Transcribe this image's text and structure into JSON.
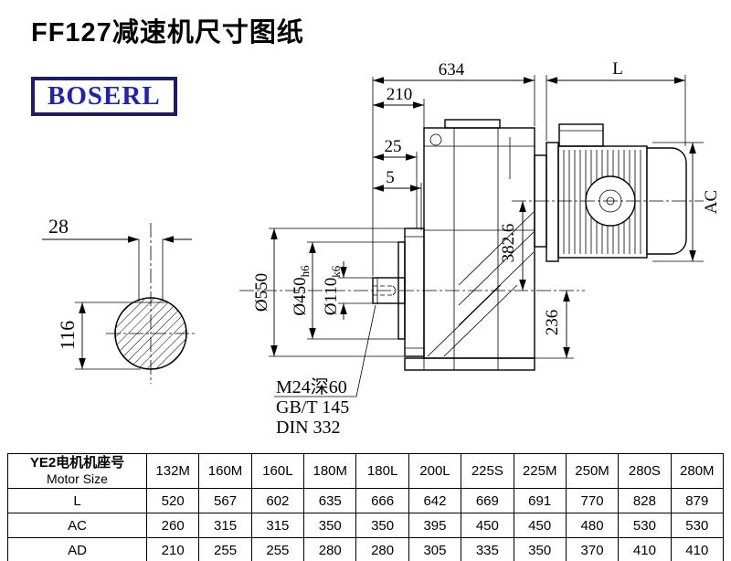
{
  "title": "FF127减速机尺寸图纸",
  "logo": "BOSERL",
  "drawing": {
    "dim_634": "634",
    "dim_L": "L",
    "dim_210": "210",
    "dim_25": "25",
    "dim_5": "5",
    "dim_AC": "AC",
    "dia_550": "Ø550",
    "dia_450": "Ø450",
    "dia_450_tol": "h6",
    "dia_110": "Ø110",
    "dia_110_tol": "k6",
    "dim_382_6": "382.6",
    "dim_236": "236",
    "dim_28": "28",
    "dim_116": "116",
    "note_thread": "M24深60",
    "note_gb": "GB/T 145",
    "note_din": "DIN 332"
  },
  "table": {
    "header_cn": "YE2电机机座号",
    "header_en": "Motor Size",
    "columns": [
      "132M",
      "160M",
      "160L",
      "180M",
      "180L",
      "200L",
      "225S",
      "225M",
      "250M",
      "280S",
      "280M"
    ],
    "rows": [
      {
        "label": "L",
        "values": [
          "520",
          "567",
          "602",
          "635",
          "666",
          "642",
          "669",
          "691",
          "770",
          "828",
          "879"
        ]
      },
      {
        "label": "AC",
        "values": [
          "260",
          "315",
          "315",
          "350",
          "350",
          "395",
          "450",
          "450",
          "480",
          "530",
          "530"
        ]
      },
      {
        "label": "AD",
        "values": [
          "210",
          "255",
          "255",
          "280",
          "280",
          "305",
          "335",
          "350",
          "370",
          "410",
          "410"
        ]
      }
    ]
  }
}
